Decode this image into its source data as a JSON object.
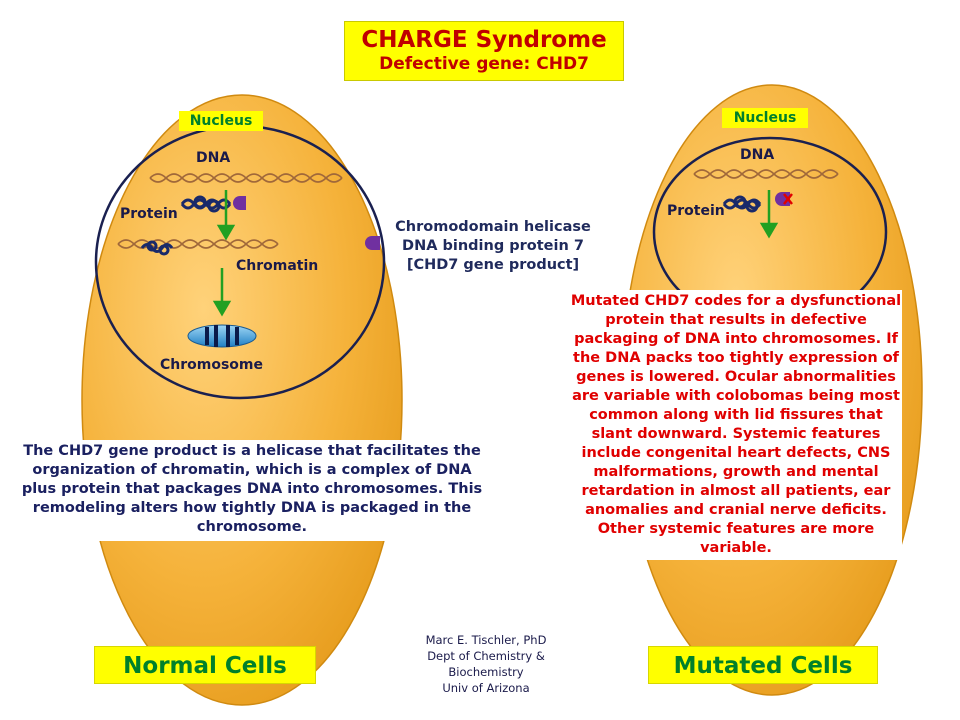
{
  "title": {
    "main": "CHARGE Syndrome",
    "sub": "Defective gene: CHD7"
  },
  "normal_cell": {
    "nucleus_label": "Nucleus",
    "dna_label": "DNA",
    "protein_label": "Protein",
    "chromatin_label": "Chromatin",
    "chromosome_label": "Chromosome",
    "description": "The CHD7 gene product is a helicase that facilitates the organization of chromatin, which is a complex of DNA plus protein that packages DNA into chromosomes. This remodeling alters how tightly DNA is packaged in the chromosome.",
    "caption": "Normal Cells"
  },
  "center": {
    "gene_product": "Chromodomain helicase DNA binding protein 7 [CHD7 gene product]"
  },
  "mutated_cell": {
    "nucleus_label": "Nucleus",
    "dna_label": "DNA",
    "protein_label": "Protein",
    "description": "Mutated CHD7 codes for a dysfunctional protein that results in defective packaging of DNA into chromosomes. If the DNA packs too tightly expression of genes is lowered. Ocular abnormalities are variable with colobomas being most common along with lid fissures that slant downward. Systemic features include congenital heart defects, CNS malformations, growth and mental retardation in almost all patients, ear anomalies and cranial nerve deficits. Other systemic features are more variable.",
    "caption": "Mutated Cells"
  },
  "credits": {
    "line1": "Marc E. Tischler, PhD",
    "line2": "Dept of Chemistry &",
    "line3": "Biochemistry",
    "line4": "Univ of Arizona"
  },
  "colors": {
    "cell_fill": "#f5b43a",
    "cell_stroke": "#d08a10",
    "nucleus_stroke": "#1a2050",
    "arrow": "#22a022",
    "protein_purple": "#7030a0",
    "mutation_red": "#e00000",
    "highlight_yellow": "#ffff00"
  }
}
